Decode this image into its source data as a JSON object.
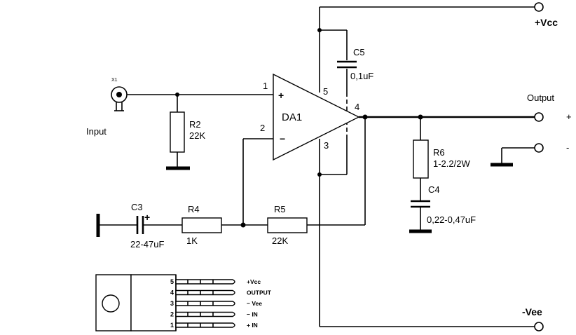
{
  "opamp": {
    "name": "DA1",
    "pin_in_plus": "1",
    "pin_in_minus": "2",
    "pin_vee": "3",
    "pin_out": "4",
    "pin_vcc": "5",
    "plus_sign": "+",
    "minus_sign": "−"
  },
  "rails": {
    "vcc": "+Vcc",
    "vee": "-Vee"
  },
  "input": {
    "connector": "X1",
    "label": "Input"
  },
  "output": {
    "label": "Output",
    "plus": "+",
    "minus": "-"
  },
  "components": {
    "r2": {
      "ref": "R2",
      "value": "22K"
    },
    "r4": {
      "ref": "R4",
      "value": "1K"
    },
    "r5": {
      "ref": "R5",
      "value": "22K"
    },
    "r6": {
      "ref": "R6",
      "value": "1-2.2/2W"
    },
    "c3": {
      "ref": "C3",
      "value": "22-47uF",
      "polarity": "+"
    },
    "c4": {
      "ref": "C4",
      "value": "0,22-0,47uF"
    },
    "c5": {
      "ref": "C5",
      "value": "0,1uF"
    }
  },
  "package": {
    "pins": [
      {
        "num": "5",
        "label": "+Vcc"
      },
      {
        "num": "4",
        "label": "OUTPUT"
      },
      {
        "num": "3",
        "label": "− Vee"
      },
      {
        "num": "2",
        "label": "− IN"
      },
      {
        "num": "1",
        "label": "+ IN"
      }
    ]
  }
}
